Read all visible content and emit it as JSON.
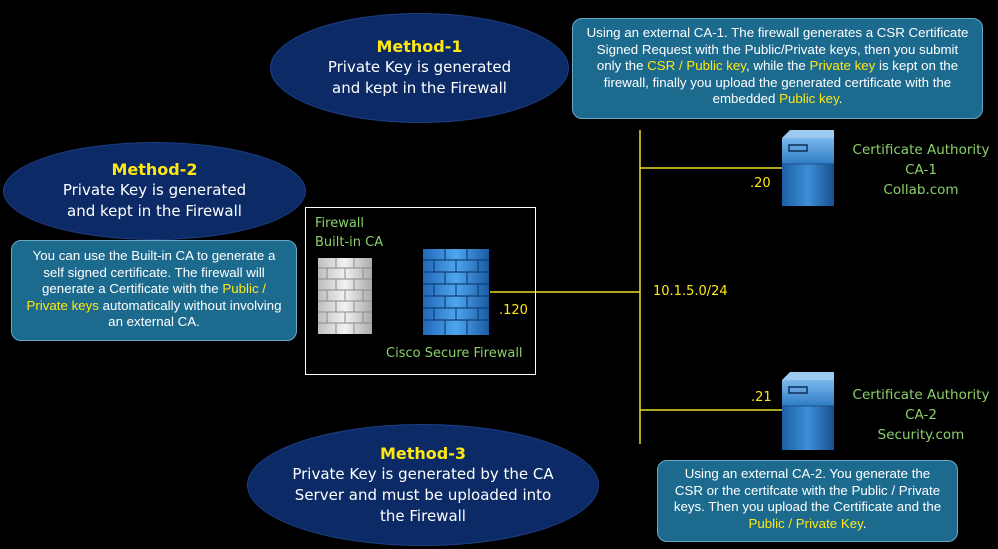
{
  "method1": {
    "title": "Method-1",
    "desc": [
      "Private Key is generated",
      "and kept in the Firewall"
    ]
  },
  "method2": {
    "title": "Method-2",
    "desc": [
      "Private Key is generated",
      "and kept in the Firewall"
    ]
  },
  "method3": {
    "title": "Method-3",
    "desc": [
      "Private Key is generated by the CA",
      "Server and must be uploaded into",
      "the Firewall"
    ]
  },
  "box1": {
    "t1": "Using an external CA-1. The firewall generates a CSR Certificate Signed Request with the Public/Private keys, then you submit only the ",
    "h1": "CSR / Public key",
    "t2": ", while the ",
    "h2": "Private key",
    "t3": " is kept on the firewall, finally you upload the generated certificate with the embedded ",
    "h3": "Public key",
    "t4": "."
  },
  "box2": {
    "t1": "You can use the Built-in CA to generate a self signed certificate. The firewall will generate a Certificate with the ",
    "h1": "Public / Private keys",
    "t2": " automatically without involving an external CA."
  },
  "box3": {
    "t1": "Using an external CA-2. You generate the CSR or the certifcate with the Public / Private keys. Then you upload the Certificate and the ",
    "h1": "Public / Private Key",
    "t2": "."
  },
  "firewall": {
    "builtin_label": [
      "Firewall",
      "Built-in CA"
    ],
    "device_label": "Cisco Secure Firewall",
    "ip": ".120"
  },
  "network": {
    "subnet": "10.1.5.0/24"
  },
  "ca1": {
    "ip": ".20",
    "label": [
      "Certificate Authority",
      "CA-1",
      "Collab.com"
    ]
  },
  "ca2": {
    "ip": ".21",
    "label": [
      "Certificate Authority",
      "CA-2",
      "Security.com"
    ]
  },
  "colors": {
    "highlight": "#ffe812",
    "green_label": "#8bd06a",
    "oval": "#0b2a66",
    "box": "#1c6b8f",
    "line": "#e8dd2a"
  }
}
